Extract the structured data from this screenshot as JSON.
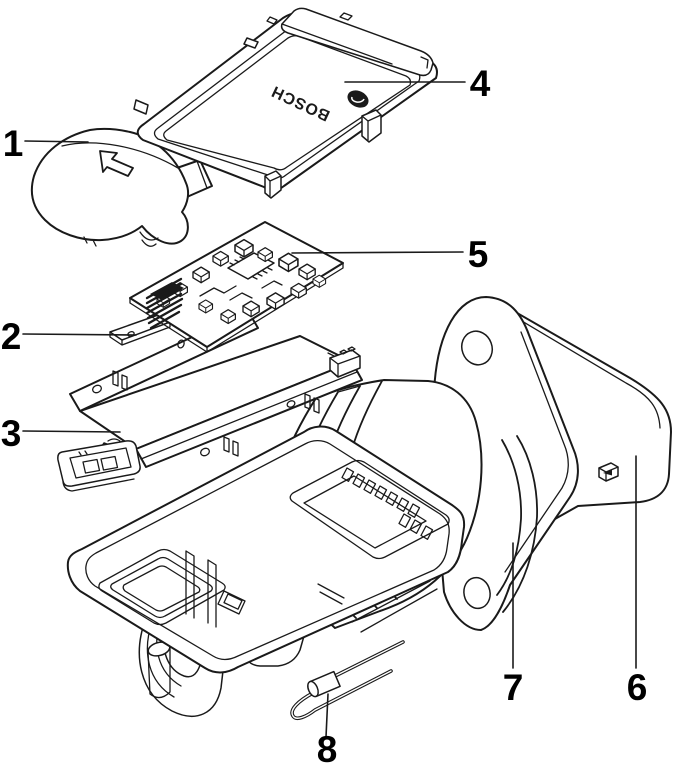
{
  "figure": {
    "type": "exploded-parts-diagram",
    "background": "#ffffff",
    "line_color": "#1a1a1a",
    "label_color": "#000000",
    "brand_text": "BOSCH",
    "callouts": [
      {
        "num": "1"
      },
      {
        "num": "2"
      },
      {
        "num": "3"
      },
      {
        "num": "4"
      },
      {
        "num": "5"
      },
      {
        "num": "6"
      },
      {
        "num": "7"
      },
      {
        "num": "8"
      }
    ],
    "icons": {
      "assembly_arrow": "arrow-up-left",
      "brand_badge": "circular-emblem"
    }
  }
}
